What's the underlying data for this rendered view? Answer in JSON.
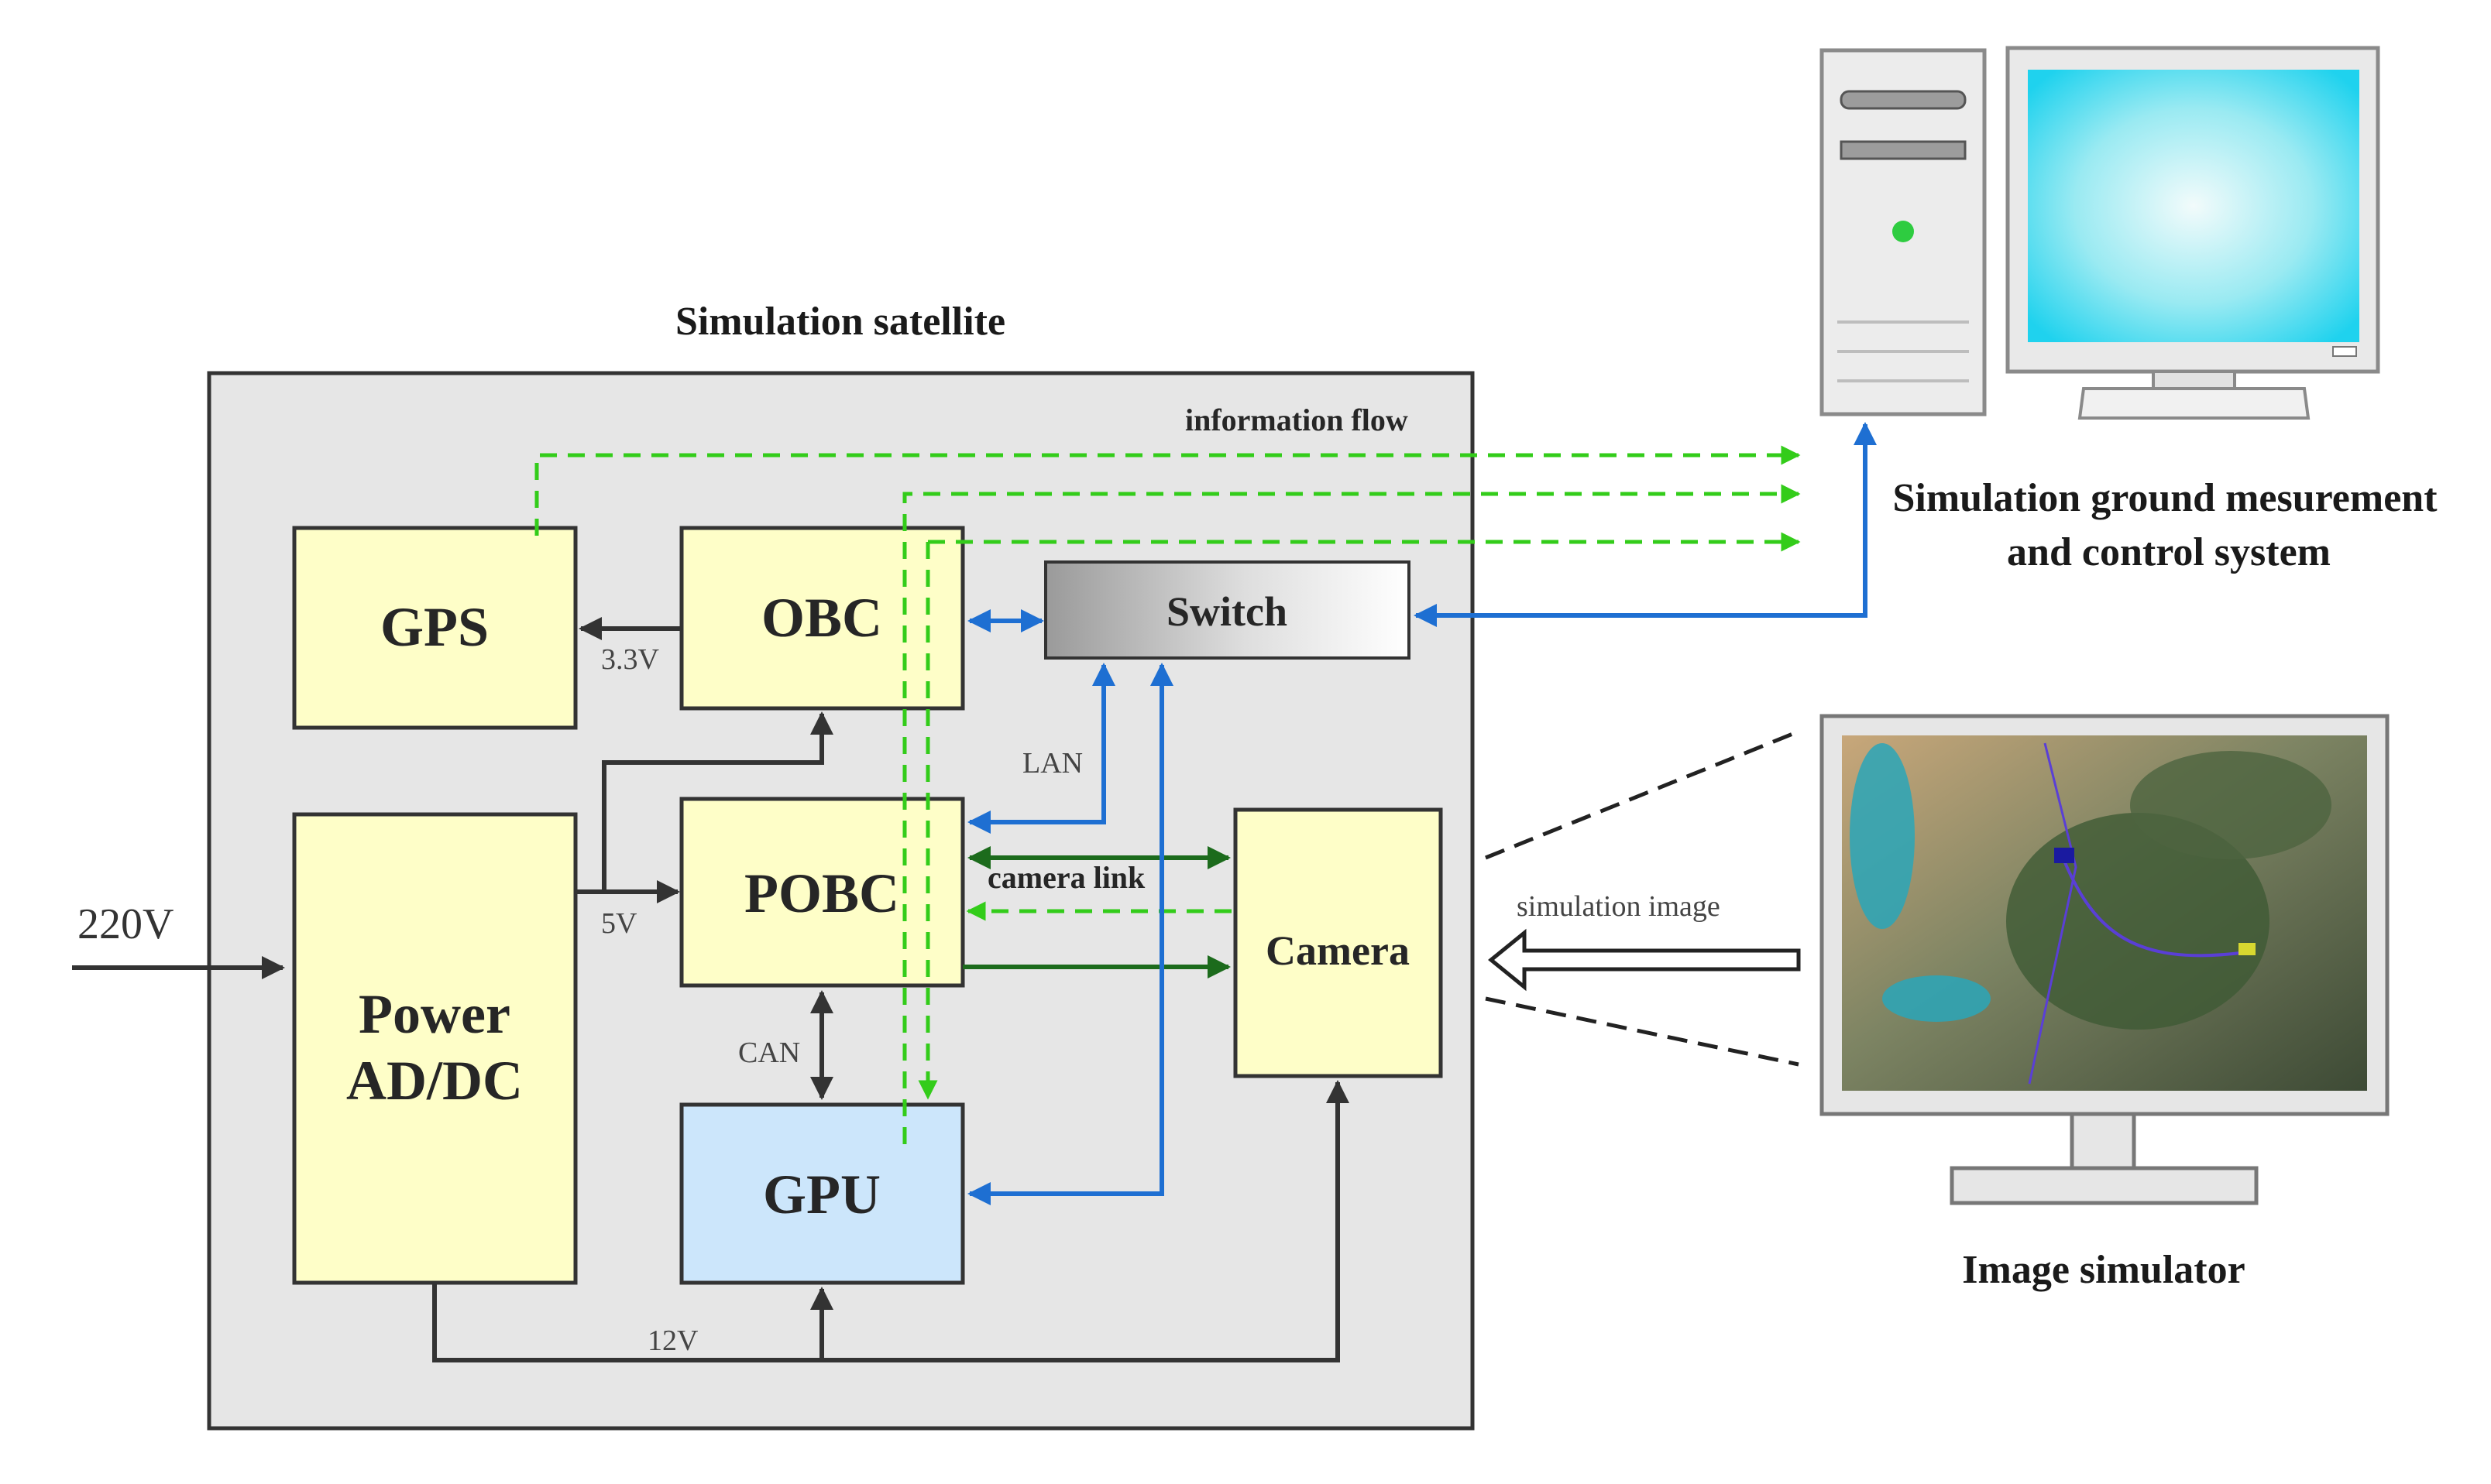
{
  "colors": {
    "block_yellow": "#fefec8",
    "block_blue": "#cce6fb",
    "panel_gray": "#e6e6e6",
    "dark_line": "#333333",
    "blue_line": "#1e6fd2",
    "green_dash": "#33cc1a",
    "dark_green": "#1c6b1c"
  },
  "satellite": {
    "title": "Simulation satellite",
    "info_flow": "information flow",
    "blocks": {
      "gps": "GPS",
      "obc": "OBC",
      "switch": "Switch",
      "pobc": "POBC",
      "camera": "Camera",
      "power_line1": "Power",
      "power_line2": "AD/DC",
      "gpu": "GPU"
    },
    "labels": {
      "v33": "3.3V",
      "v5": "5V",
      "v12": "12V",
      "lan": "LAN",
      "can": "CAN",
      "camera_link": "camera link"
    }
  },
  "input_voltage": "220V",
  "ground": {
    "title_line1": "Simulation ground mesurement",
    "title_line2": "and control system",
    "icons": [
      "computer-tower-icon",
      "monitor-icon"
    ]
  },
  "simulator": {
    "title": "Image simulator",
    "arrow_label": "simulation image",
    "icons": [
      "monitor-icon",
      "satellite-image"
    ]
  }
}
